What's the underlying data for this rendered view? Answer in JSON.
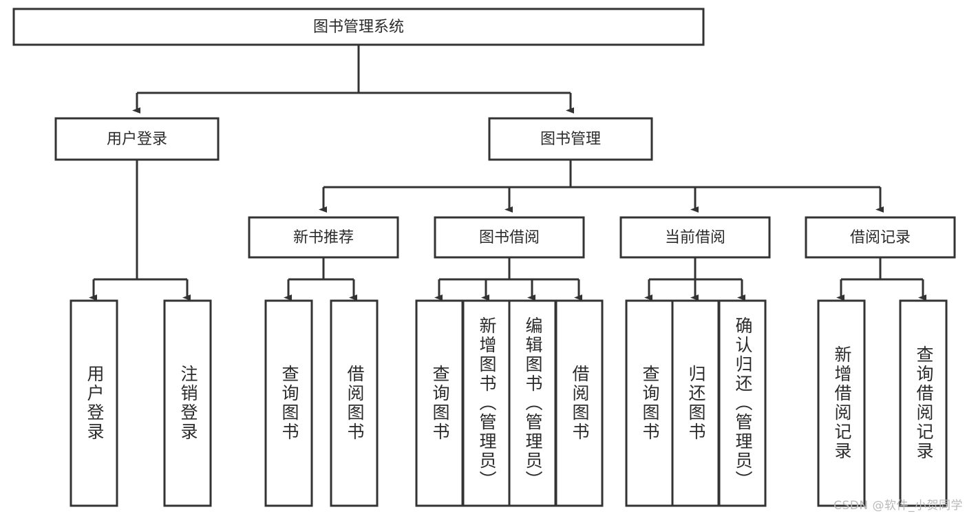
{
  "diagram": {
    "type": "tree",
    "title": "图书管理系统",
    "watermark": "CSDN @软件_小贺同学",
    "colors": {
      "box_stroke": "#333333",
      "box_fill": "#ffffff",
      "line": "#333333",
      "text": "#2b2b2b",
      "background": "#ffffff",
      "watermark": "#b9b9b9"
    },
    "levels": 4,
    "nodes": {
      "root": {
        "label": "图书管理系统"
      },
      "level2": [
        {
          "id": "user-login",
          "label": "用户登录"
        },
        {
          "id": "book-manage",
          "label": "图书管理"
        }
      ],
      "level3": [
        {
          "id": "new-book-recommend",
          "label": "新书推荐",
          "parent": "book-manage"
        },
        {
          "id": "book-borrow",
          "label": "图书借阅",
          "parent": "book-manage"
        },
        {
          "id": "current-borrow",
          "label": "当前借阅",
          "parent": "book-manage"
        },
        {
          "id": "borrow-record",
          "label": "借阅记录",
          "parent": "book-manage"
        }
      ],
      "leaves": {
        "user-login": [
          {
            "id": "leaf-user-login",
            "label": "用户登录"
          },
          {
            "id": "leaf-logout",
            "label": "注销登录"
          }
        ],
        "new-book-recommend": [
          {
            "id": "leaf-query-book-1",
            "label": "查询图书"
          },
          {
            "id": "leaf-borrow-book-1",
            "label": "借阅图书"
          }
        ],
        "book-borrow": [
          {
            "id": "leaf-query-book-2",
            "label": "查询图书"
          },
          {
            "id": "leaf-add-book",
            "label": "新增图书（管理员）"
          },
          {
            "id": "leaf-edit-book",
            "label": "编辑图书（管理员）"
          },
          {
            "id": "leaf-borrow-book-2",
            "label": "借阅图书"
          }
        ],
        "current-borrow": [
          {
            "id": "leaf-query-book-3",
            "label": "查询图书"
          },
          {
            "id": "leaf-return-book",
            "label": "归还图书"
          },
          {
            "id": "leaf-confirm-return",
            "label": "确认归还（管理员）"
          }
        ],
        "borrow-record": [
          {
            "id": "leaf-add-record",
            "label": "新增借阅记录"
          },
          {
            "id": "leaf-query-record",
            "label": "查询借阅记录"
          }
        ]
      }
    }
  }
}
